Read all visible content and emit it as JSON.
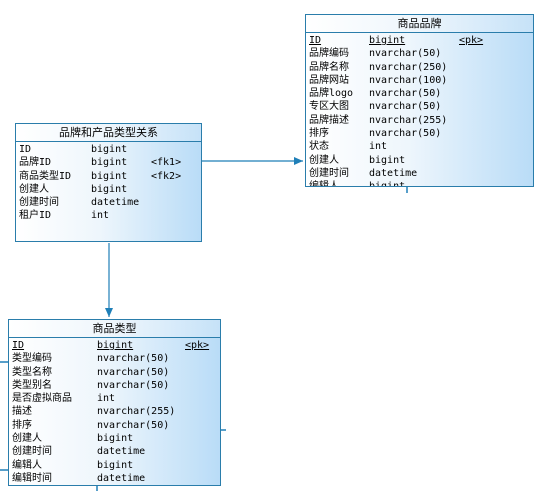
{
  "entities": {
    "brand": {
      "title": "商品品牌",
      "columns": [
        {
          "name": "ID",
          "type": "bigint",
          "key": "<pk>"
        },
        {
          "name": "品牌编码",
          "type": "nvarchar(50)",
          "key": ""
        },
        {
          "name": "品牌名称",
          "type": "nvarchar(250)",
          "key": ""
        },
        {
          "name": "品牌网站",
          "type": "nvarchar(100)",
          "key": ""
        },
        {
          "name": "品牌logo",
          "type": "nvarchar(50)",
          "key": ""
        },
        {
          "name": "专区大图",
          "type": "nvarchar(50)",
          "key": ""
        },
        {
          "name": "品牌描述",
          "type": "nvarchar(255)",
          "key": ""
        },
        {
          "name": "排序",
          "type": "nvarchar(50)",
          "key": ""
        },
        {
          "name": "状态",
          "type": "int",
          "key": ""
        },
        {
          "name": "创建人",
          "type": "bigint",
          "key": ""
        },
        {
          "name": "创建时间",
          "type": "datetime",
          "key": ""
        },
        {
          "name": "编辑人",
          "type": "bigint",
          "key": ""
        }
      ]
    },
    "relation": {
      "title": "品牌和产品类型关系",
      "columns": [
        {
          "name": "ID",
          "type": "bigint",
          "key": ""
        },
        {
          "name": "品牌ID",
          "type": "bigint",
          "key": "<fk1>"
        },
        {
          "name": "商品类型ID",
          "type": "bigint",
          "key": "<fk2>"
        },
        {
          "name": "创建人",
          "type": "bigint",
          "key": ""
        },
        {
          "name": "创建时间",
          "type": "datetime",
          "key": ""
        },
        {
          "name": "租户ID",
          "type": "int",
          "key": ""
        }
      ]
    },
    "category": {
      "title": "商品类型",
      "columns": [
        {
          "name": "ID",
          "type": "bigint",
          "key": "<pk>"
        },
        {
          "name": "类型编码",
          "type": "nvarchar(50)",
          "key": ""
        },
        {
          "name": "类型名称",
          "type": "nvarchar(50)",
          "key": ""
        },
        {
          "name": "类型别名",
          "type": "nvarchar(50)",
          "key": ""
        },
        {
          "name": "是否虚拟商品",
          "type": "int",
          "key": ""
        },
        {
          "name": "描述",
          "type": "nvarchar(255)",
          "key": ""
        },
        {
          "name": "排序",
          "type": "nvarchar(50)",
          "key": ""
        },
        {
          "name": "创建人",
          "type": "bigint",
          "key": ""
        },
        {
          "name": "创建时间",
          "type": "datetime",
          "key": ""
        },
        {
          "name": "编辑人",
          "type": "bigint",
          "key": ""
        },
        {
          "name": "编辑时间",
          "type": "datetime",
          "key": ""
        }
      ]
    }
  },
  "colors": {
    "border": "#2a7dab",
    "link": "#1f7fb8",
    "fill": "#b9dcf7"
  }
}
